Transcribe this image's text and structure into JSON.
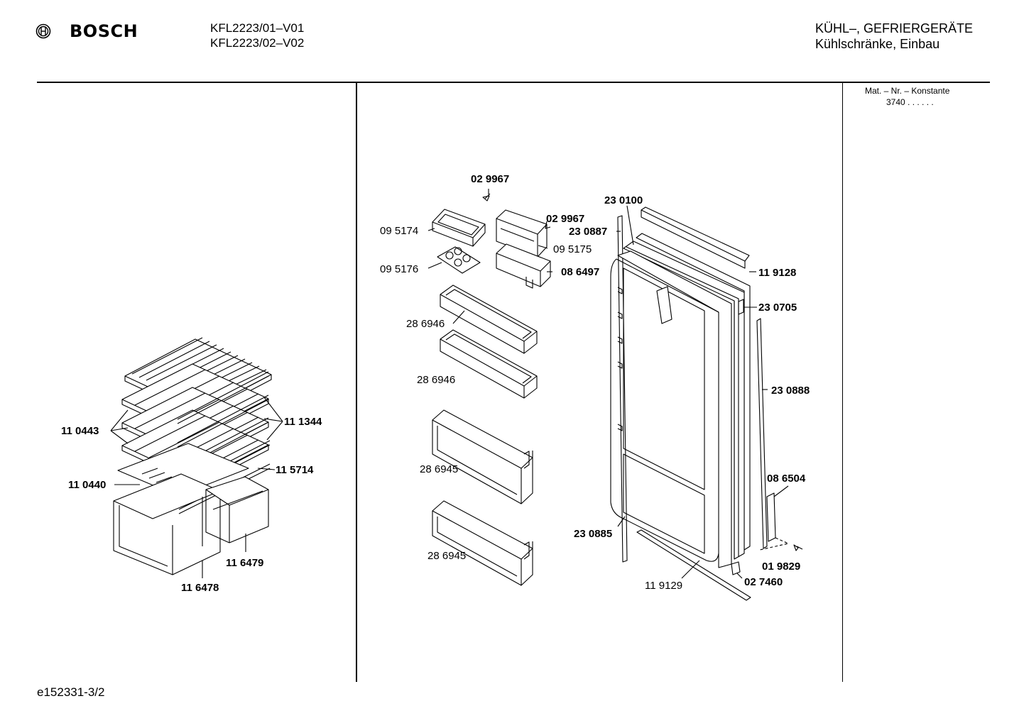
{
  "header": {
    "brand": "BOSCH",
    "model_lines": [
      "KFL2223/01–V01",
      "KFL2223/02–V02"
    ],
    "category_lines": [
      "KÜHL–, GEFRIERGERÄTE",
      "Kühlschränke, Einbau"
    ],
    "mat_nr_label": "Mat. – Nr. – Konstante",
    "mat_nr_value": "3740  .  .    .  .  .  ."
  },
  "footer": {
    "doc_id": "e152331-3/2"
  },
  "left_labels": {
    "shelf_rails": "11 1344",
    "shelves": "11 0443",
    "glass_shelf": "11 0440",
    "rail": "11 5714",
    "crisper_small": "11 6479",
    "crisper_large": "11 6478"
  },
  "door_labels": {
    "screw_top": "02 9967",
    "screw_lid": "02 9967",
    "butter_box": "09 5174",
    "lid": "09 5175",
    "egg_tray": "09 5176",
    "butter_holder": "08 6497",
    "shelf_1": "28 6946",
    "shelf_2": "28 6946",
    "bottle_1": "28 6945",
    "bottle_2": "28 6945",
    "frame_top": "23 0100",
    "gasket_left": "23 0887",
    "cover_top": "11 9128",
    "hinge_cap": "23 0705",
    "gasket_right": "23 0888",
    "bracket": "08 6504",
    "inner_door": "23 0885",
    "cover_bottom": "11 9129",
    "screw_bottom": "01 9829",
    "bearing": "02 7460"
  }
}
